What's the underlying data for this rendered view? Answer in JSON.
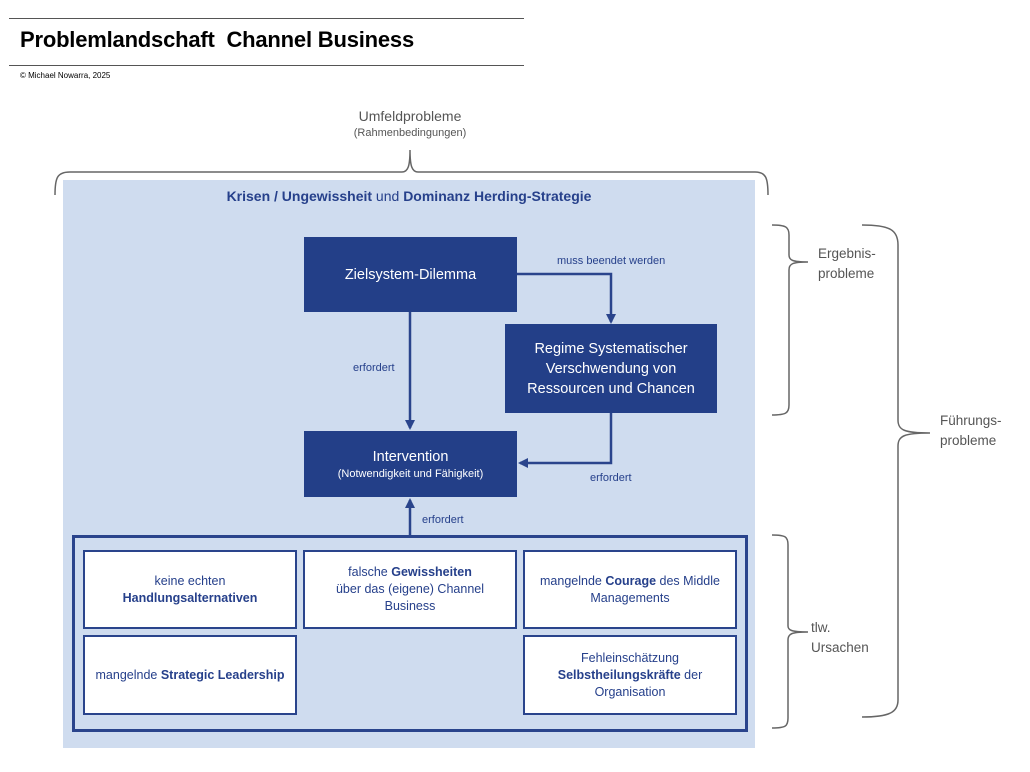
{
  "header": {
    "title": "Problemlandschaft  Channel Business",
    "copyright": "© Michael Nowarra, 2025"
  },
  "environment": {
    "label": "Umfeldprobleme",
    "sublabel": "(Rahmenbedingungen)"
  },
  "panel_title": {
    "part1_bold": "Krisen / Ungewissheit",
    "part2": " und ",
    "part3_bold": "Dominanz Herding-Strategie"
  },
  "nodes": {
    "zielsystem": "Zielsystem-Dilemma",
    "regime": [
      "Regime Systematischer",
      "Verschwendung von",
      "Ressourcen und Chancen"
    ],
    "intervention": {
      "title": "Intervention",
      "subtitle": "(Notwendigkeit und Fähigkeit)"
    }
  },
  "edges": {
    "ziel_to_regime": "muss beendet werden",
    "ziel_to_intervention": "erfordert",
    "regime_to_intervention": "erfordert",
    "causes_to_intervention": "erfordert"
  },
  "causes": [
    {
      "pre": "keine echten",
      "bold": "Handlungsalternativen",
      "post": ""
    },
    {
      "pre": "falsche ",
      "bold": "Gewissheiten",
      "post": "über das (eigene) Channel Business"
    },
    {
      "pre": "mangelnde ",
      "bold": "Courage",
      "post": " des Middle Managements"
    },
    {
      "pre": "mangelnde ",
      "bold": "Strategic Leadership",
      "post": ""
    },
    {
      "pre": "Fehleinschätzung",
      "bold": "Selbstheilungskräfte",
      "post": " der Organisation"
    }
  ],
  "side_labels": {
    "ergebnis": [
      "Ergebnis-",
      "probleme"
    ],
    "fuehrung": [
      "Führungs-",
      "probleme"
    ],
    "ursachen": [
      "tlw.",
      "Ursachen"
    ]
  },
  "colors": {
    "dark_blue": "#233f88",
    "panel_bg": "#cfdcef",
    "text_blue": "#26408b",
    "bracket_gray": "#666666"
  }
}
